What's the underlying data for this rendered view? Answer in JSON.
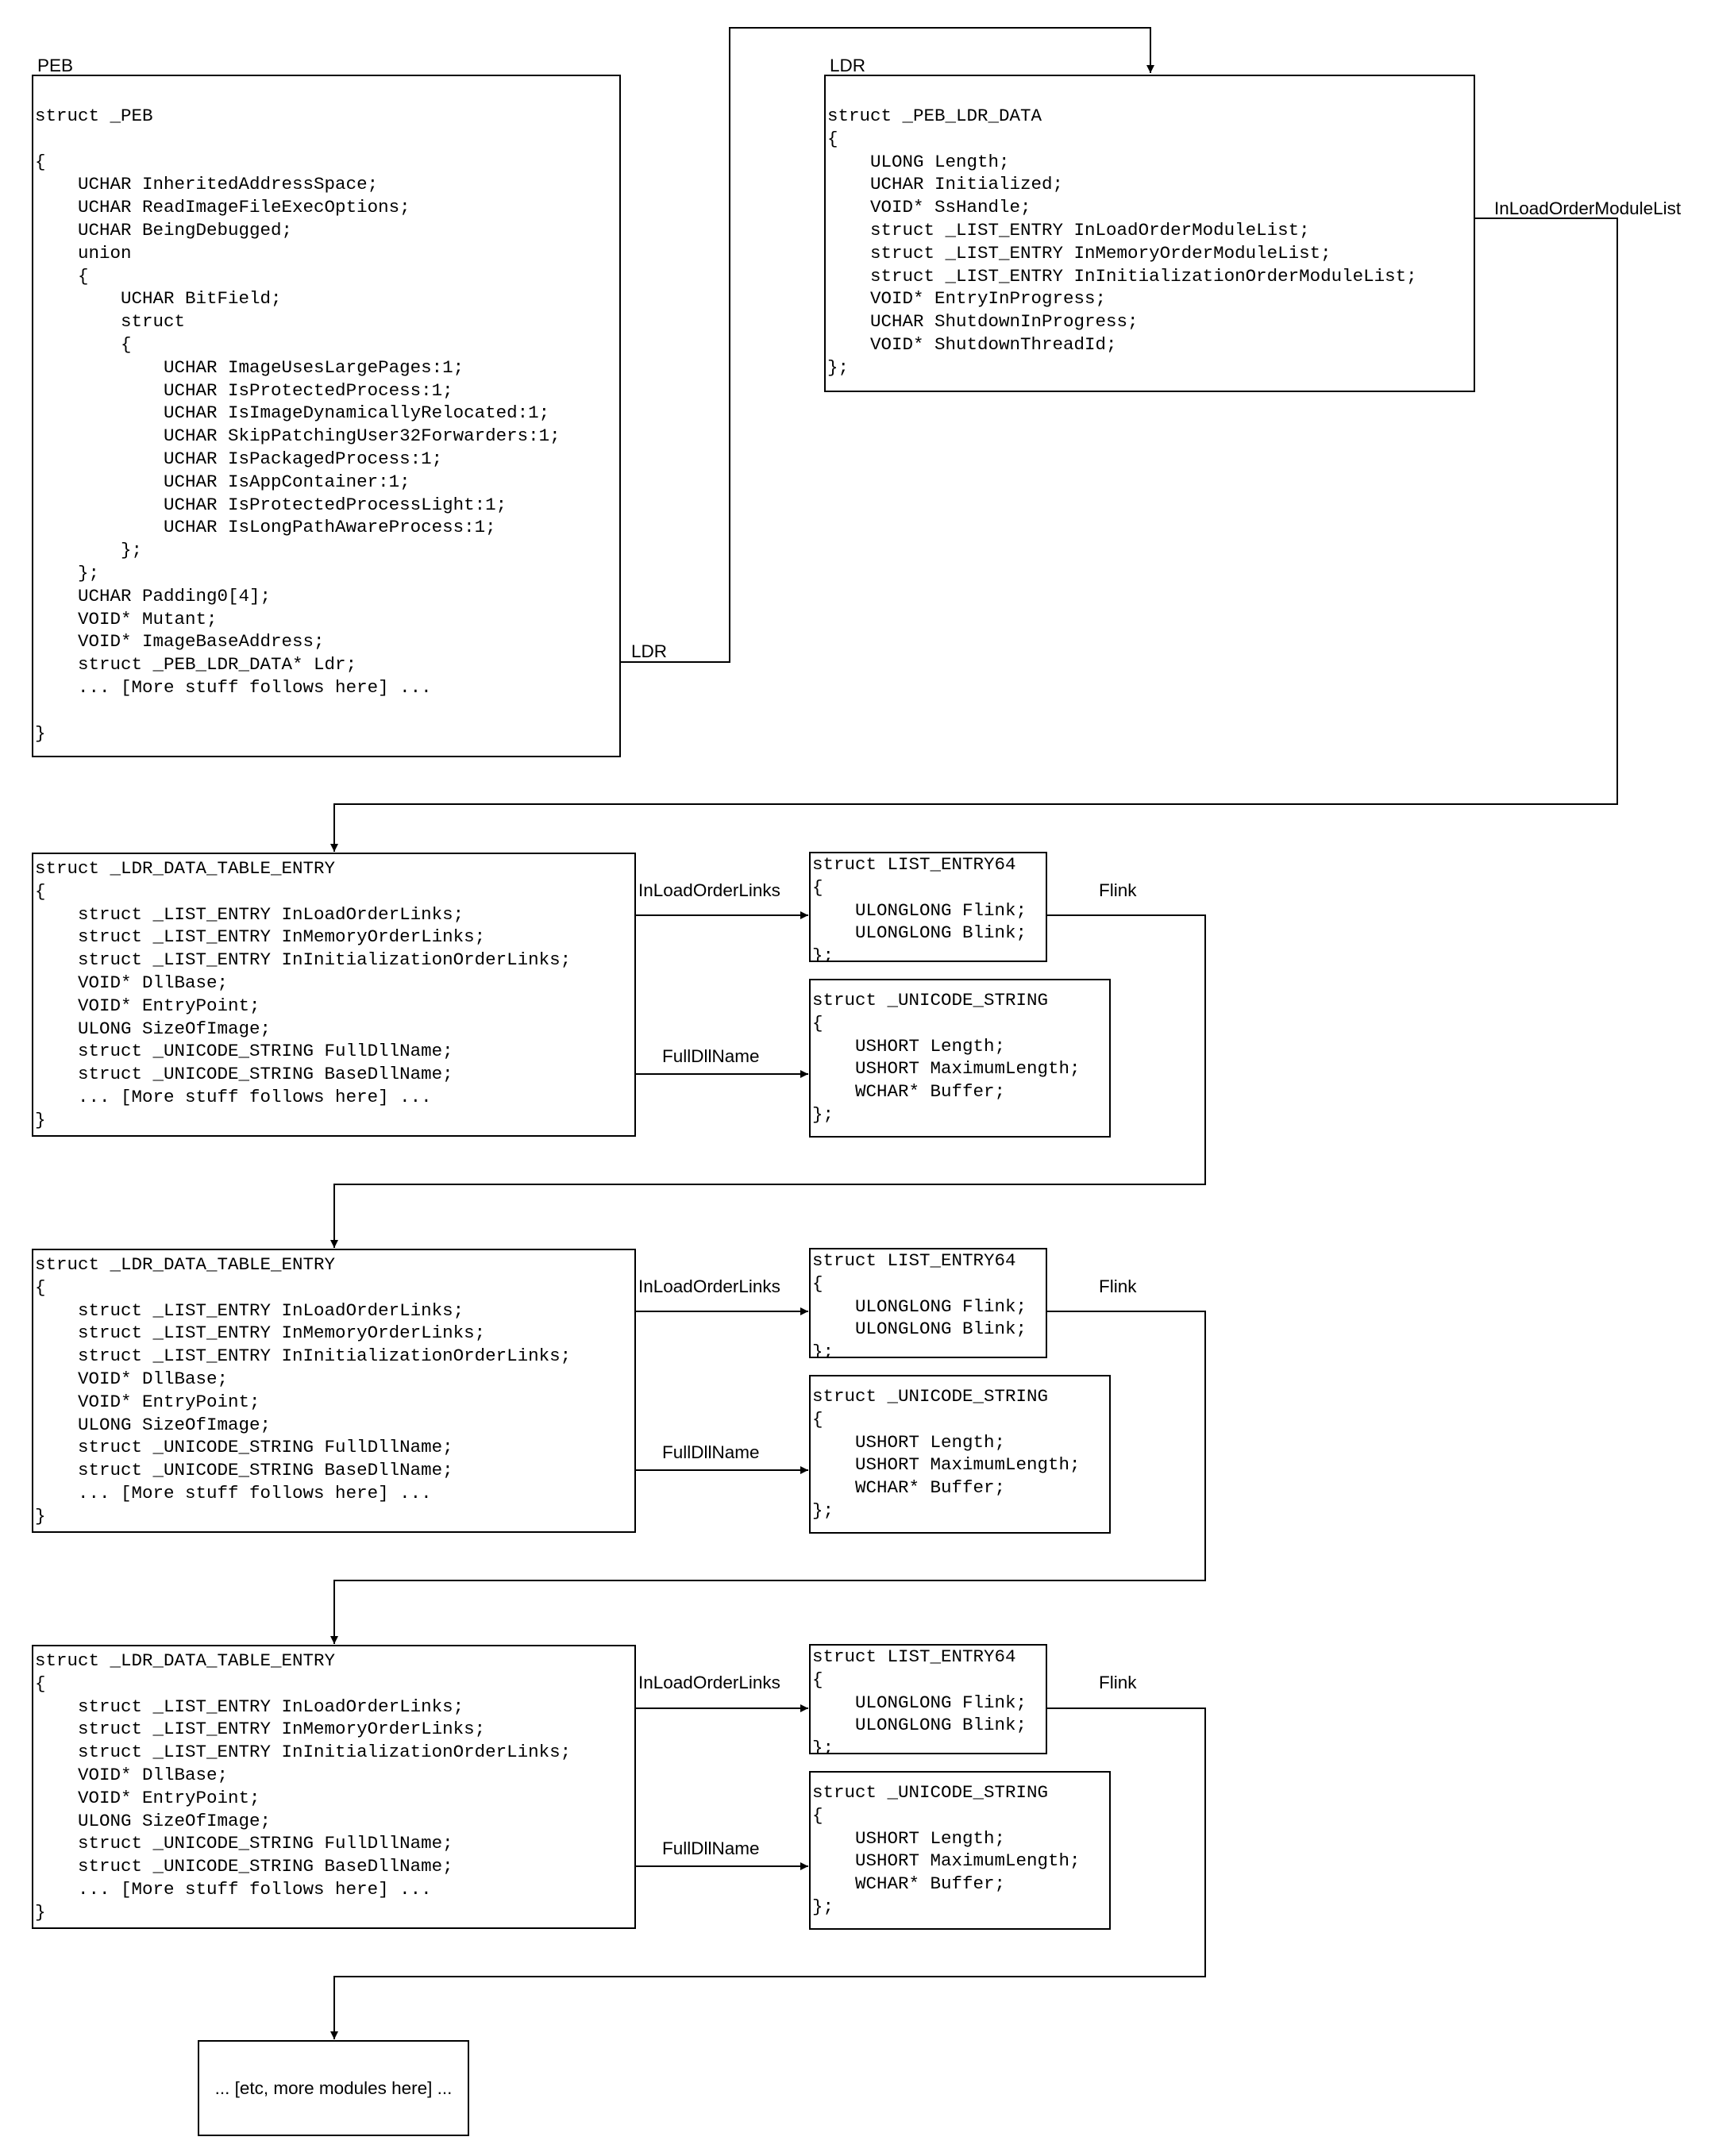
{
  "peb": {
    "title": "PEB",
    "code": "struct _PEB\n\n{\n    UCHAR InheritedAddressSpace;\n    UCHAR ReadImageFileExecOptions;\n    UCHAR BeingDebugged;\n    union\n    {\n        UCHAR BitField;\n        struct\n        {\n            UCHAR ImageUsesLargePages:1;\n            UCHAR IsProtectedProcess:1;\n            UCHAR IsImageDynamicallyRelocated:1;\n            UCHAR SkipPatchingUser32Forwarders:1;\n            UCHAR IsPackagedProcess:1;\n            UCHAR IsAppContainer:1;\n            UCHAR IsProtectedProcessLight:1;\n            UCHAR IsLongPathAwareProcess:1;\n        };\n    };\n    UCHAR Padding0[4];\n    VOID* Mutant;\n    VOID* ImageBaseAddress;\n    struct _PEB_LDR_DATA* Ldr;\n    ... [More stuff follows here] ...\n\n}"
  },
  "ldr": {
    "title": "LDR",
    "code": "struct _PEB_LDR_DATA\n{\n    ULONG Length;\n    UCHAR Initialized;\n    VOID* SsHandle;\n    struct _LIST_ENTRY InLoadOrderModuleList;\n    struct _LIST_ENTRY InMemoryOrderModuleList;\n    struct _LIST_ENTRY InInitializationOrderModuleList;\n    VOID* EntryInProgress;\n    UCHAR ShutdownInProgress;\n    VOID* ShutdownThreadId;\n};"
  },
  "edge_labels": {
    "peb_to_ldr": "LDR",
    "ldr_to_entry": "InLoadOrderModuleList"
  },
  "entries": [
    {
      "table_entry": "struct _LDR_DATA_TABLE_ENTRY\n{\n    struct _LIST_ENTRY InLoadOrderLinks;\n    struct _LIST_ENTRY InMemoryOrderLinks;\n    struct _LIST_ENTRY InInitializationOrderLinks;\n    VOID* DllBase;\n    VOID* EntryPoint;\n    ULONG SizeOfImage;\n    struct _UNICODE_STRING FullDllName;\n    struct _UNICODE_STRING BaseDllName;\n    ... [More stuff follows here] ...\n}",
      "list_entry": "struct LIST_ENTRY64\n{\n    ULONGLONG Flink;\n    ULONGLONG Blink;\n};",
      "unicode_string": "struct _UNICODE_STRING\n{\n    USHORT Length;\n    USHORT MaximumLength;\n    WCHAR* Buffer;\n};",
      "links_label": "InLoadOrderLinks",
      "name_label": "FullDllName",
      "flink_label": "Flink"
    },
    {
      "table_entry": "struct _LDR_DATA_TABLE_ENTRY\n{\n    struct _LIST_ENTRY InLoadOrderLinks;\n    struct _LIST_ENTRY InMemoryOrderLinks;\n    struct _LIST_ENTRY InInitializationOrderLinks;\n    VOID* DllBase;\n    VOID* EntryPoint;\n    ULONG SizeOfImage;\n    struct _UNICODE_STRING FullDllName;\n    struct _UNICODE_STRING BaseDllName;\n    ... [More stuff follows here] ...\n}",
      "list_entry": "struct LIST_ENTRY64\n{\n    ULONGLONG Flink;\n    ULONGLONG Blink;\n};",
      "unicode_string": "struct _UNICODE_STRING\n{\n    USHORT Length;\n    USHORT MaximumLength;\n    WCHAR* Buffer;\n};",
      "links_label": "InLoadOrderLinks",
      "name_label": "FullDllName",
      "flink_label": "Flink"
    },
    {
      "table_entry": "struct _LDR_DATA_TABLE_ENTRY\n{\n    struct _LIST_ENTRY InLoadOrderLinks;\n    struct _LIST_ENTRY InMemoryOrderLinks;\n    struct _LIST_ENTRY InInitializationOrderLinks;\n    VOID* DllBase;\n    VOID* EntryPoint;\n    ULONG SizeOfImage;\n    struct _UNICODE_STRING FullDllName;\n    struct _UNICODE_STRING BaseDllName;\n    ... [More stuff follows here] ...\n}",
      "list_entry": "struct LIST_ENTRY64\n{\n    ULONGLONG Flink;\n    ULONGLONG Blink;\n};",
      "unicode_string": "struct _UNICODE_STRING\n{\n    USHORT Length;\n    USHORT MaximumLength;\n    WCHAR* Buffer;\n};",
      "links_label": "InLoadOrderLinks",
      "name_label": "FullDllName",
      "flink_label": "Flink"
    }
  ],
  "more_modules": "... [etc, more modules here] ..."
}
